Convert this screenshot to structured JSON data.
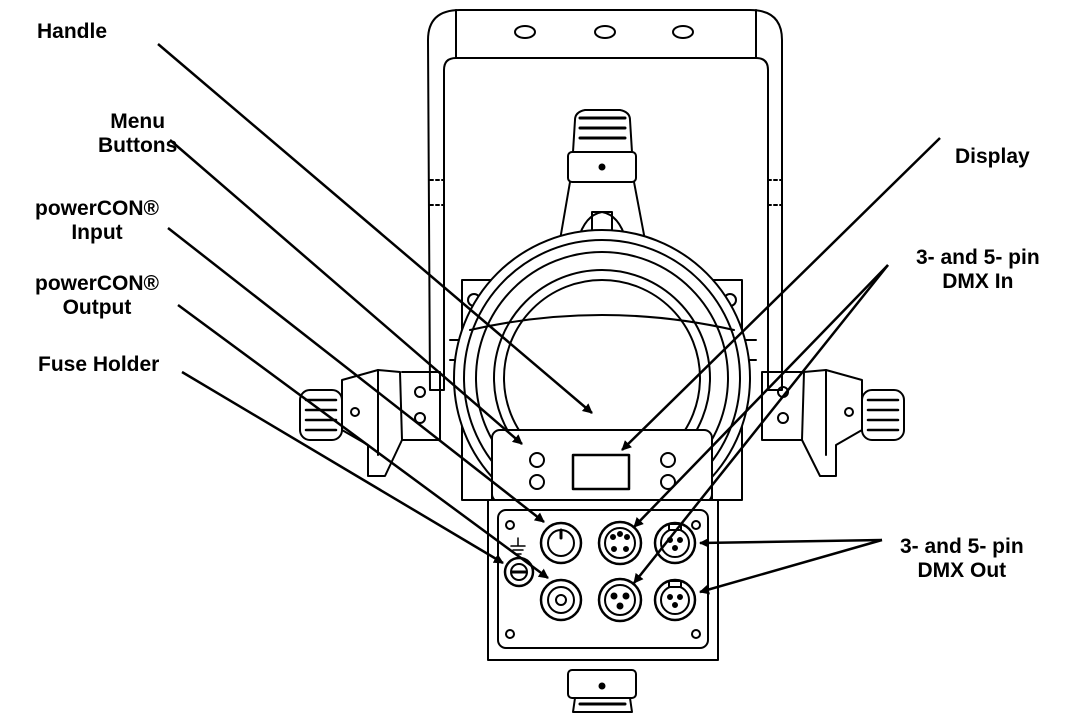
{
  "callouts": {
    "handle": {
      "lines": [
        "Handle"
      ]
    },
    "menu_buttons": {
      "lines": [
        "Menu",
        "Buttons"
      ]
    },
    "powercon_input": {
      "lines": [
        "powerCON®",
        "Input"
      ]
    },
    "powercon_output": {
      "lines": [
        "powerCON®",
        "Output"
      ]
    },
    "fuse_holder": {
      "lines": [
        "Fuse Holder"
      ]
    },
    "display": {
      "lines": [
        "Display"
      ]
    },
    "dmx_in": {
      "lines": [
        "3- and 5- pin",
        "DMX In"
      ]
    },
    "dmx_out": {
      "lines": [
        "3- and 5- pin",
        "DMX Out"
      ]
    }
  },
  "colors": {
    "ink": "#000000",
    "paper": "#ffffff"
  }
}
